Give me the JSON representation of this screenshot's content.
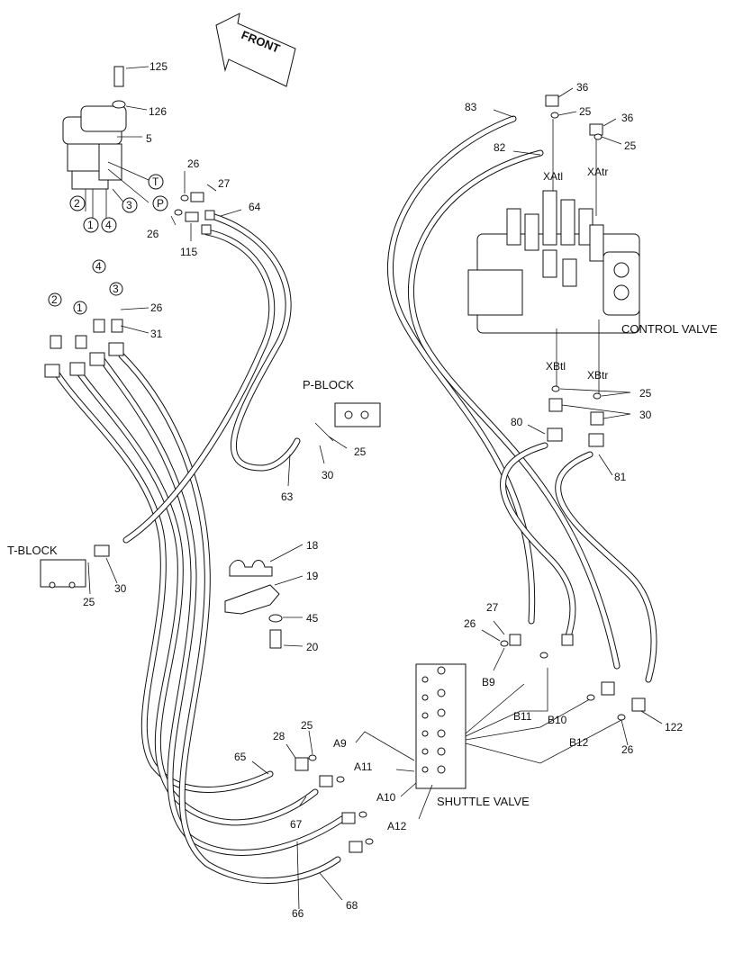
{
  "front_label": "FRONT",
  "assemblies": {
    "control_valve": "CONTROL VALVE",
    "p_block": "P-BLOCK",
    "t_block": "T-BLOCK",
    "shuttle_valve": "SHUTTLE VALVE"
  },
  "port_labels": {
    "xatl": "XAtl",
    "xatr": "XAtr",
    "xbtl": "XBtl",
    "xbtr": "XBtr",
    "a9": "A9",
    "a10": "A10",
    "a11": "A11",
    "a12": "A12",
    "b9": "B9",
    "b10": "B10",
    "b11": "B11",
    "b12": "B12",
    "t": "T",
    "p": "P"
  },
  "circled_ports": [
    "1",
    "2",
    "3",
    "4"
  ],
  "part_numbers": {
    "n125": "125",
    "n126": "126",
    "n5": "5",
    "n26a": "26",
    "n27a": "27",
    "n26b": "26",
    "n64": "64",
    "n115": "115",
    "n26c": "26",
    "n31": "31",
    "n63": "63",
    "n30a": "30",
    "n25a": "25",
    "n30b": "30",
    "n25b": "25",
    "n18": "18",
    "n19": "19",
    "n45": "45",
    "n20": "20",
    "n83": "83",
    "n82": "82",
    "n36a": "36",
    "n25c": "25",
    "n36b": "36",
    "n25d": "25",
    "n25e": "25",
    "n30c": "30",
    "n80": "80",
    "n81": "81",
    "n27b": "27",
    "n26d": "26",
    "n122": "122",
    "n26e": "26",
    "n28": "28",
    "n25f": "25",
    "n65": "65",
    "n67": "67",
    "n66": "66",
    "n68": "68"
  }
}
